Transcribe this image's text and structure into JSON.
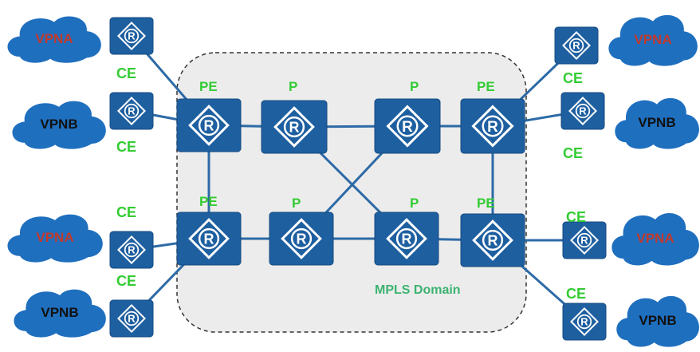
{
  "domain_label": "MPLS Domain",
  "router_glyph": "R",
  "icon": "router-icon",
  "colors": {
    "device": "#1e5fa0",
    "link": "#2d6aa6",
    "cloud": "#1f6fbf",
    "label_green": "#33cc33",
    "vpna_text": "#c0392b",
    "vpnb_text": "#111111",
    "domain_fill": "#ececec"
  },
  "clouds": [
    {
      "id": "tl1",
      "label": "VPNA"
    },
    {
      "id": "tl2",
      "label": "VPNB"
    },
    {
      "id": "bl1",
      "label": "VPNA"
    },
    {
      "id": "bl2",
      "label": "VPNB"
    },
    {
      "id": "tr1",
      "label": "VPNA"
    },
    {
      "id": "tr2",
      "label": "VPNB"
    },
    {
      "id": "br1",
      "label": "VPNA"
    },
    {
      "id": "br2",
      "label": "VPNB"
    }
  ],
  "routers": [
    {
      "id": "ce1",
      "role": "CE"
    },
    {
      "id": "ce2",
      "role": "CE"
    },
    {
      "id": "ce3",
      "role": "CE"
    },
    {
      "id": "ce4",
      "role": "CE"
    },
    {
      "id": "ce5",
      "role": "CE"
    },
    {
      "id": "ce6",
      "role": "CE"
    },
    {
      "id": "ce7",
      "role": "CE"
    },
    {
      "id": "ce8",
      "role": "CE"
    },
    {
      "id": "pe1",
      "role": "PE"
    },
    {
      "id": "pe2",
      "role": "PE"
    },
    {
      "id": "pe3",
      "role": "PE"
    },
    {
      "id": "pe4",
      "role": "PE"
    },
    {
      "id": "p1",
      "role": "P"
    },
    {
      "id": "p2",
      "role": "P"
    },
    {
      "id": "p3",
      "role": "P"
    },
    {
      "id": "p4",
      "role": "P"
    }
  ],
  "links": [
    [
      "ce1",
      "pe1"
    ],
    [
      "ce2",
      "pe1"
    ],
    [
      "ce3",
      "pe3"
    ],
    [
      "ce4",
      "pe3"
    ],
    [
      "ce5",
      "pe2"
    ],
    [
      "ce6",
      "pe2"
    ],
    [
      "ce7",
      "pe4"
    ],
    [
      "ce8",
      "pe4"
    ],
    [
      "pe1",
      "p1"
    ],
    [
      "p1",
      "p2"
    ],
    [
      "p2",
      "pe2"
    ],
    [
      "pe3",
      "p3"
    ],
    [
      "p3",
      "p4"
    ],
    [
      "p4",
      "pe4"
    ],
    [
      "pe1",
      "pe3"
    ],
    [
      "pe2",
      "pe4"
    ],
    [
      "p1",
      "p4"
    ],
    [
      "p2",
      "p3"
    ]
  ]
}
